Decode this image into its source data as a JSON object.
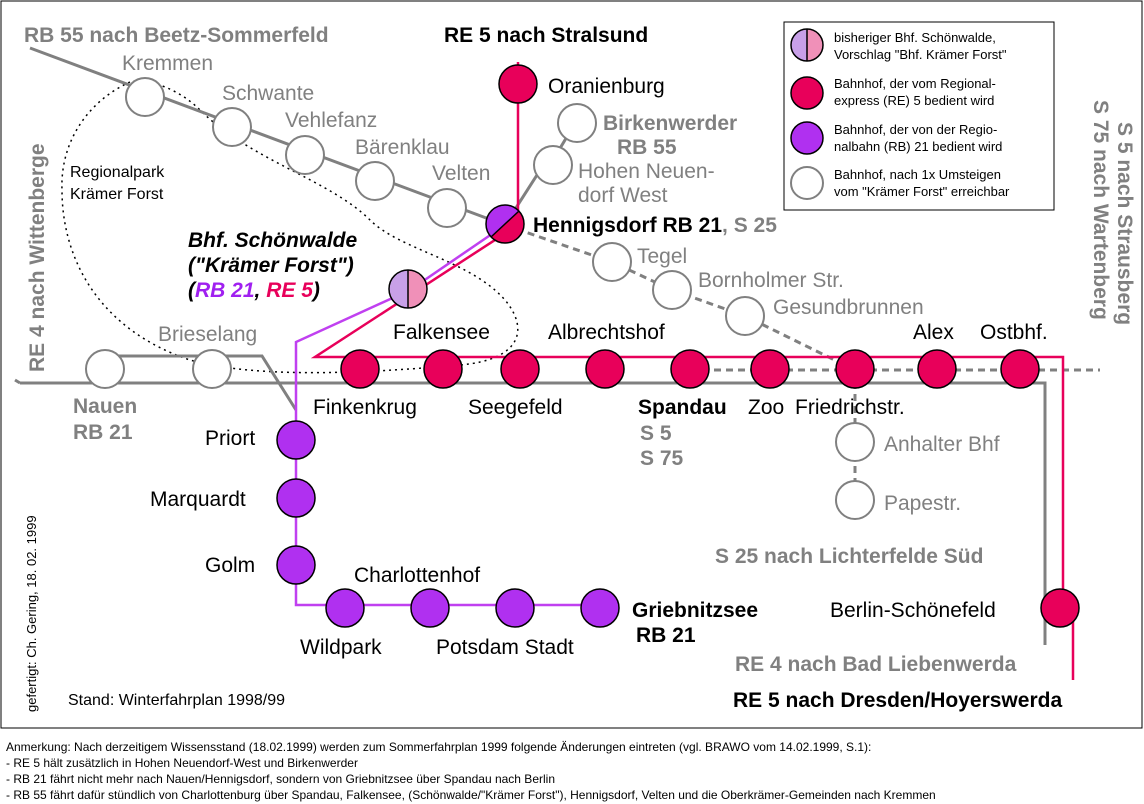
{
  "colors": {
    "re5": "#E8005A",
    "rb21": "#A020F0",
    "rb21_light": "#C070E0",
    "gray": "#808080",
    "black": "#000000"
  },
  "terminals": {
    "re5_north": "RE 5 nach Stralsund",
    "rb55_north": "RB 55 nach Beetz-Sommerfeld",
    "re4_north": "RE 4 nach Wittenberge",
    "s5_s75_east_1": "S 5 nach Strausberg",
    "s5_s75_east_2": "S 75 nach Wartenberg",
    "s25_south": "S 25 nach Lichterfelde Süd",
    "re4_south": "RE 4 nach Bad Liebenwerda",
    "re5_south": "RE 5 nach Dresden/Hoyerswerda"
  },
  "stations": {
    "oranienburg": "Oranienburg",
    "birkenwerder": "Birkenwerder",
    "birkenwerder_line": "RB 55",
    "hohen_neuendorf_1": "Hohen Neuen-",
    "hohen_neuendorf_2": "dorf  West",
    "kremmen": "Kremmen",
    "schwante": "Schwante",
    "vehlefanz": "Vehlefanz",
    "baerenklau": "Bärenklau",
    "velten": "Velten",
    "hennigsdorf": "Hennigsdorf RB 21",
    "hennigsdorf_s": ", S 25",
    "tegel": "Tegel",
    "bornholmer": "Bornholmer Str.",
    "gesundbrunnen": "Gesundbrunnen",
    "schoenwalde_1": "Bhf. Schönwalde",
    "schoenwalde_2": "(\"Krämer Forst\")",
    "schoenwalde_3a": "(",
    "schoenwalde_3b": "RB 21",
    "schoenwalde_3c": ", ",
    "schoenwalde_3d": "RE 5",
    "schoenwalde_3e": ")",
    "regionalpark_1": "Regionalpark",
    "regionalpark_2": "Krämer Forst",
    "brieselang": "Brieselang",
    "falkensee": "Falkensee",
    "albrechtshof": "Albrechtshof",
    "alex": "Alex",
    "ostbhf": "Ostbhf.",
    "nauen": "Nauen",
    "nauen_line": "RB 21",
    "finkenkrug": "Finkenkrug",
    "seegefeld": "Seegefeld",
    "spandau": "Spandau",
    "spandau_s5": "S 5",
    "spandau_s75": "S 75",
    "zoo": "Zoo",
    "friedrichstr": "Friedrichstr.",
    "anhalter": "Anhalter Bhf",
    "papestr": "Papestr.",
    "priort": "Priort",
    "marquardt": "Marquardt",
    "golm": "Golm",
    "charlottenhof": "Charlottenhof",
    "wildpark": "Wildpark",
    "potsdam": "Potsdam Stadt",
    "griebnitzsee": "Griebnitzsee",
    "griebnitzsee_line": "RB 21",
    "schoenefeld": "Berlin-Schönefeld"
  },
  "legend": [
    {
      "kind": "proposed",
      "line1": "bisheriger Bhf. Schönwalde,",
      "line2": "Vorschlag \"Bhf. Krämer Forst\""
    },
    {
      "kind": "re5",
      "line1": "Bahnhof, der vom Regional-",
      "line2": "express (RE) 5 bedient wird"
    },
    {
      "kind": "rb21",
      "line1": "Bahnhof, der von der Regio-",
      "line2": "nalbahn (RB) 21 bedient wird"
    },
    {
      "kind": "transfer",
      "line1": "Bahnhof, nach 1x Umsteigen",
      "line2": "vom \"Krämer Forst\" erreichbar"
    }
  ],
  "author": "gefertigt: Ch. Gering, 18. 02. 1999",
  "stand": "Stand: Winterfahrplan 1998/99",
  "notes": [
    "Anmerkung: Nach derzeitigem Wissensstand (18.02.1999)  werden zum Sommerfahrplan 1999 folgende Änderungen eintreten (vgl. BRAWO vom 14.02.1999, S.1):",
    "- RE 5 hält zusätzlich in Hohen Neuendorf-West und Birkenwerder",
    "- RB 21 fährt nicht mehr nach Nauen/Hennigsdorf, sondern von Griebnitzsee über Spandau nach Berlin",
    "- RB 55 fährt dafür stündlich von Charlottenburg über Spandau, Falkensee, (Schönwalde/\"Krämer Forst\"), Hennigsdorf, Velten und die Oberkrämer-Gemeinden nach Kremmen"
  ]
}
